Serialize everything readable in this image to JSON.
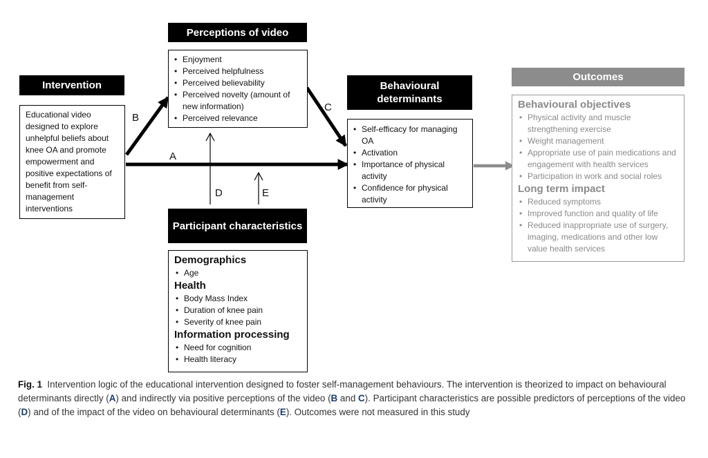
{
  "intervention": {
    "header": "Intervention",
    "text": "Educational video designed to explore unhelpful beliefs about knee OA and promote empowerment and positive expectations of benefit from self-management interventions"
  },
  "perceptions": {
    "header": "Perceptions of video",
    "items": [
      "Enjoyment",
      "Perceived helpfulness",
      "Perceived believability",
      "Perceived novelty (amount of new information)",
      "Perceived relevance"
    ]
  },
  "behavioural": {
    "header": "Behavioural determinants",
    "items": [
      "Self-efficacy for managing OA",
      "Activation",
      "Importance of physical activity",
      "Confidence for physical activity"
    ]
  },
  "participant": {
    "header": "Participant characteristics",
    "sections": [
      {
        "title": "Demographics",
        "items": [
          "Age"
        ]
      },
      {
        "title": "Health",
        "items": [
          "Body Mass Index",
          "Duration of knee pain",
          "Severity of knee pain"
        ]
      },
      {
        "title": "Information processing",
        "items": [
          "Need for cognition",
          "Health literacy"
        ]
      }
    ]
  },
  "outcomes": {
    "header": "Outcomes",
    "sections": [
      {
        "title": "Behavioural objectives",
        "items": [
          "Physical activity and muscle strengthening exercise",
          "Weight management",
          "Appropriate use of pain medications and engagement with health services",
          "Participation in work and social roles"
        ]
      },
      {
        "title": "Long term impact",
        "items": [
          "Reduced symptoms",
          "Improved function and quality of life",
          "Reduced inappropriate use of surgery, imaging, medications and other low value health services"
        ]
      }
    ]
  },
  "arrows": {
    "a": "A",
    "b": "B",
    "c": "C",
    "d": "D",
    "e": "E"
  },
  "caption": {
    "label": "Fig. 1",
    "p1": "Intervention logic of the educational intervention designed to foster self-management behaviours. The intervention is theorized to impact on behavioural determinants directly (",
    "a": "A",
    "p2": ") and indirectly via positive perceptions of the video (",
    "b": "B",
    "p3": " and ",
    "c": "C",
    "p4": "). Participant characteristics are possible predictors of perceptions of the video (",
    "d": "D",
    "p5": ") and of the impact of the video on behavioural determinants (",
    "e": "E",
    "p6": "). Outcomes were not measured in this study"
  },
  "colors": {
    "header": "#000000",
    "outcomes_header": "#8c8c8c",
    "outcomes_text": "#8a8a8a",
    "caption_highlight": "#1a3c6e"
  }
}
